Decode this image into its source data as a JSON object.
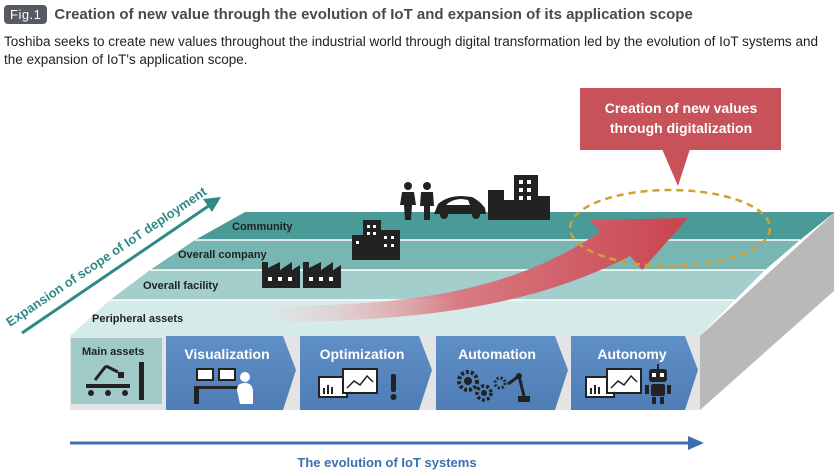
{
  "header": {
    "badge": "Fig.1",
    "title": "Creation of new value through the evolution of IoT and expansion of its application scope"
  },
  "intro": "Toshiba seeks to create new values throughout the industrial world through digital transformation led by the evolution of IoT systems and the expansion of IoT's application scope.",
  "callout": {
    "line1": "Creation of new values",
    "line2": "through digitalization",
    "color": "#c8525a"
  },
  "scope_axis": {
    "label": "Expansion of scope of IoT deployment",
    "color": "#2f8a86"
  },
  "layers": [
    "Community",
    "Overall company",
    "Overall facility",
    "Peripheral assets"
  ],
  "main_assets": "Main assets",
  "stages": [
    "Visualization",
    "Optimization",
    "Automation",
    "Autonomy"
  ],
  "evolution_axis": {
    "label": "The evolution of IoT systems",
    "color": "#3b6fb0"
  },
  "icons": {
    "people": "people-icon",
    "car": "car-icon",
    "buildings": "city-buildings-icon",
    "company": "office-building-icon",
    "factory": "factory-icon",
    "robot_arm": "robot-arm-icon",
    "worker": "worker-at-computer-icon",
    "chart": "chart-monitor-icon",
    "gears": "gears-icon",
    "robot": "robot-icon"
  }
}
